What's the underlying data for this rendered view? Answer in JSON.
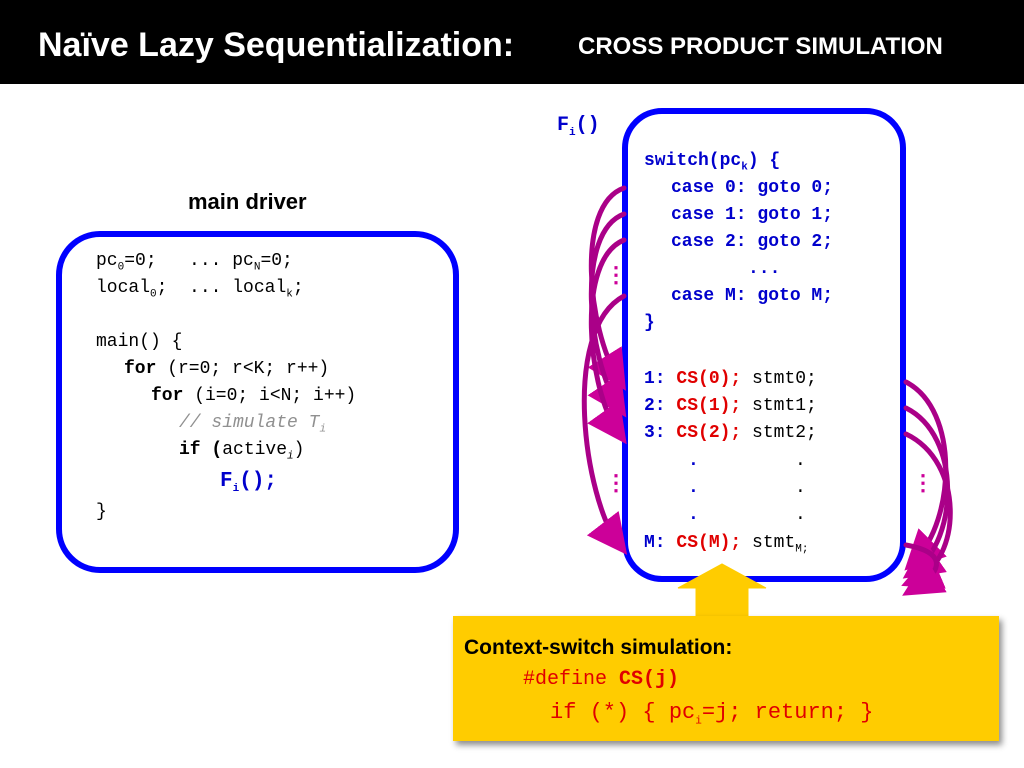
{
  "slide": {
    "title_main": "Naïve Lazy Sequentialization:",
    "title_sub": "CROSS PRODUCT SIMULATION"
  },
  "driver": {
    "heading": "main driver",
    "lines": {
      "l1_a": "pc",
      "l1_a_sub": "0",
      "l1_b": "=0;   ... pc",
      "l1_b_sub": "N",
      "l1_c": "=0;",
      "l2_a": "local",
      "l2_a_sub": "0",
      "l2_b": ";  ... local",
      "l2_b_sub": "k",
      "l2_c": ";",
      "l3": "main() {",
      "l4_kw": "for",
      "l4_rest": " (r=0; r<K; r++)",
      "l5_kw": "for",
      "l5_rest": " (i=0; i<N; i++)",
      "l6": "// simulate T",
      "l6_sub": "i",
      "l7_kw": "if",
      "l7_paren": " (",
      "l7_rest": "active",
      "l7_sub": "i",
      "l7_close": ")",
      "l8_a": "F",
      "l8_sub": "i",
      "l8_b": "();",
      "l9": "}"
    }
  },
  "fi": {
    "label": "F",
    "label_sub": "i",
    "label_paren": "()",
    "switch_a": "switch(pc",
    "switch_sub": "k",
    "switch_b": ") {",
    "cases": [
      "case 0: goto 0;",
      "case 1: goto 1;",
      "case 2: goto 2;",
      "...",
      "case M: goto M;"
    ],
    "close": "}",
    "stmts": [
      {
        "label": "1:",
        "cs": "CS(0);",
        "stmt": "stmt0;"
      },
      {
        "label": "2:",
        "cs": "CS(1);",
        "stmt": "stmt1;"
      },
      {
        "label": "3:",
        "cs": "CS(2);",
        "stmt": "stmt2;"
      }
    ],
    "dot": ".",
    "last_label": "M:",
    "last_cs": "CS(M);",
    "last_stmt": "stmt",
    "last_stmt_sub": "M;",
    "vdots": "⋮"
  },
  "context": {
    "title": "Context-switch simulation:",
    "define_kw": "#define ",
    "define_name": "CS(j)",
    "body_a": "if (*) { pc",
    "body_sub": "i",
    "body_b": "=j; return; }"
  },
  "colors": {
    "box_border": "#0000ff",
    "keyword_blue": "#0000cc",
    "cs_red": "#e00000",
    "arrow_magenta": "#cc0099",
    "highlight": "#ffcc00"
  }
}
